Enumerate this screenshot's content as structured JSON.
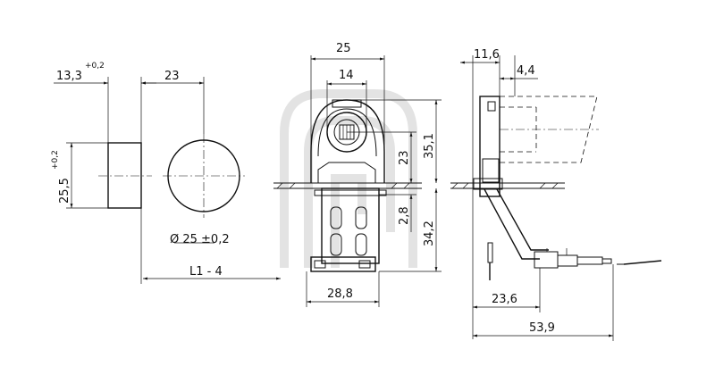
{
  "dimensions": {
    "left_width": "13,3",
    "left_tolerance": "+0,2",
    "circle_offset": "23",
    "block_height": "25,5",
    "block_height_tolerance": "+0,2",
    "diameter": "Ø 25 ±0,2",
    "length": "L1 - 4",
    "front_width_top": "25",
    "front_width_inner": "14",
    "front_height_upper": "23",
    "front_height_total": "35,1",
    "front_gap": "2,8",
    "front_height_lower": "34,2",
    "front_width_bottom": "28,8",
    "side_width_top": "11,6",
    "side_offset": "4,4",
    "side_width_mid": "23,6",
    "side_width_total": "53,9"
  }
}
